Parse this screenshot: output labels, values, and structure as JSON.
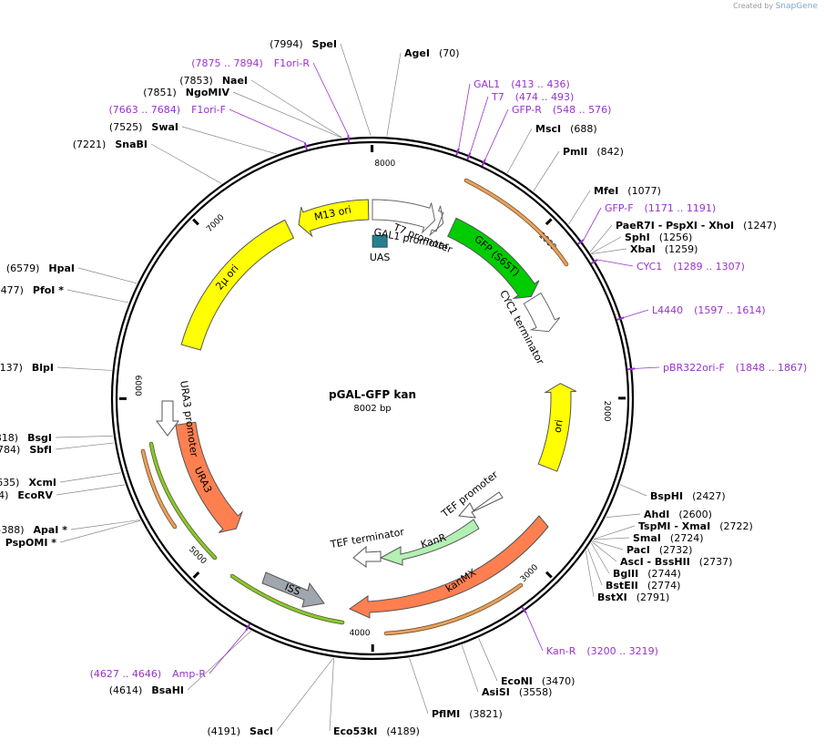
{
  "watermark": {
    "created_by": "Created by",
    "brand": "SnapGene"
  },
  "map": {
    "name": "pGAL-GFP kan",
    "size_label": "8002 bp",
    "length": 8002,
    "ticks": [
      {
        "label": "1000",
        "pos": 1000
      },
      {
        "label": "2000",
        "pos": 2000
      },
      {
        "label": "3000",
        "pos": 3000
      },
      {
        "label": "4000",
        "pos": 4000
      },
      {
        "label": "5000",
        "pos": 5000
      },
      {
        "label": "6000",
        "pos": 6000
      },
      {
        "label": "7000",
        "pos": 7000
      },
      {
        "label": "8000",
        "pos": 8000
      }
    ]
  },
  "colors": {
    "enzyme": "#000000",
    "primer": "#9933cc",
    "gfp": "#00cc00",
    "yellow": "#ffff00",
    "orange": "#ff7f50",
    "light_green": "#b3f0b3",
    "gray": "#a0a6ad",
    "white": "#ffffff",
    "uas": "#2a7f8f",
    "orf_orange": "#e8a060",
    "orf_green": "#7fcc33"
  },
  "features": [
    {
      "label": "M13 ori",
      "start": 7490,
      "end": 7975,
      "dir": -1,
      "color": "yellow",
      "label_inside": true
    },
    {
      "label": "2μ ori",
      "start": 6350,
      "end": 7420,
      "dir": 0,
      "color": "yellow",
      "label_inside": true
    },
    {
      "label": "GFP (S65T)",
      "start": 555,
      "end": 1275,
      "dir": 1,
      "color": "gfp",
      "label_inside": true
    },
    {
      "label": "ori",
      "start": 1900,
      "end": 2480,
      "dir": -1,
      "color": "yellow",
      "label_inside": true
    },
    {
      "label": "URA3",
      "start": 5030,
      "end": 5830,
      "dir": -1,
      "color": "orange",
      "label_inside": true
    },
    {
      "label": "UAS",
      "pos": 60,
      "box": true
    }
  ],
  "outside_features": [
    {
      "label": "GAL1 promoter",
      "start": 0,
      "end": 430,
      "dir": 1
    },
    {
      "label": "T7 promoter",
      "start": 465,
      "end": 490,
      "dir": 1
    },
    {
      "label": "CYC1 terminator",
      "start": 1290,
      "end": 1540,
      "dir": 1
    }
  ],
  "inner_features": [
    {
      "label": "TEF promoter",
      "color": "white"
    },
    {
      "label": "KanR",
      "color": "light_green"
    },
    {
      "label": "TEF terminator",
      "color": "white"
    },
    {
      "label": "kanMX",
      "color": "orange"
    },
    {
      "label": "ISS",
      "color": "gray"
    },
    {
      "label": "URA3 promoter",
      "color": "white"
    }
  ],
  "enzymes": [
    {
      "name": "SpeI",
      "pos_label": "(7994)",
      "pos": 7994
    },
    {
      "name": "AgeI",
      "pos_label": "(70)",
      "pos": 70
    },
    {
      "name": "NaeI",
      "pos_label": "(7853)",
      "pos": 7853
    },
    {
      "name": "NgoMIV",
      "pos_label": "(7851)",
      "pos": 7851
    },
    {
      "name": "SwaI",
      "pos_label": "(7525)",
      "pos": 7525
    },
    {
      "name": "SnaBI",
      "pos_label": "(7221)",
      "pos": 7221
    },
    {
      "name": "MscI",
      "pos_label": "(688)",
      "pos": 688
    },
    {
      "name": "PmlI",
      "pos_label": "(842)",
      "pos": 842
    },
    {
      "name": "MfeI",
      "pos_label": "(1077)",
      "pos": 1077
    },
    {
      "name": "PaeR7I",
      "extra": " - PspXI  - XhoI",
      "pos_label": "(1247)",
      "pos": 1247
    },
    {
      "name": "SphI",
      "pos_label": "(1256)",
      "pos": 1256
    },
    {
      "name": "XbaI",
      "pos_label": "(1259)",
      "pos": 1259
    },
    {
      "name": "HpaI",
      "pos_label": "(6579)",
      "pos": 6579
    },
    {
      "name": "PfoI *",
      "pos_label": "(6477)",
      "pos": 6477
    },
    {
      "name": "BlpI",
      "pos_label": "(6137)",
      "pos": 6137
    },
    {
      "name": "BsgI",
      "pos_label": "(5818)",
      "pos": 5818
    },
    {
      "name": "SbfI",
      "pos_label": "(5784)",
      "pos": 5784
    },
    {
      "name": "XcmI",
      "pos_label": "(5635)",
      "pos": 5635
    },
    {
      "name": "EcoRV",
      "pos_label": "(5574)",
      "pos": 5574
    },
    {
      "name": "ApaI *",
      "pos_label": "(5388)",
      "pos": 5388
    },
    {
      "name": "PspOMI *",
      "pos_label": "(5384)",
      "pos": 5384
    },
    {
      "name": "BsaHI",
      "pos_label": "(4614)",
      "pos": 4614
    },
    {
      "name": "SacI",
      "pos_label": "(4191)",
      "pos": 4191
    },
    {
      "name": "Eco53kI",
      "pos_label": "(4189)",
      "pos": 4189
    },
    {
      "name": "PflMI",
      "pos_label": "(3821)",
      "pos": 3821
    },
    {
      "name": "AsiSI",
      "pos_label": "(3558)",
      "pos": 3558
    },
    {
      "name": "EcoNI",
      "pos_label": "(3470)",
      "pos": 3470
    },
    {
      "name": "BspHI",
      "pos_label": "(2427)",
      "pos": 2427
    },
    {
      "name": "AhdI",
      "pos_label": "(2600)",
      "pos": 2600
    },
    {
      "name": "TspMI",
      "extra": " - XmaI",
      "pos_label": "(2722)",
      "pos": 2722
    },
    {
      "name": "SmaI",
      "pos_label": "(2724)",
      "pos": 2724
    },
    {
      "name": "PacI",
      "pos_label": "(2732)",
      "pos": 2732
    },
    {
      "name": "AscI",
      "extra": " - BssHII",
      "pos_label": "(2737)",
      "pos": 2737
    },
    {
      "name": "BglII",
      "pos_label": "(2744)",
      "pos": 2744
    },
    {
      "name": "BstEII",
      "pos_label": "(2774)",
      "pos": 2774
    },
    {
      "name": "BstXI",
      "pos_label": "(2791)",
      "pos": 2791
    }
  ],
  "primers": [
    {
      "name": "F1ori-R",
      "range": "(7875 .. 7894)",
      "pos": 7885
    },
    {
      "name": "F1ori-F",
      "range": "(7663 .. 7684)",
      "pos": 7673
    },
    {
      "name": "GAL1",
      "range": "(413 .. 436)",
      "pos": 424
    },
    {
      "name": "T7",
      "range": "(474 .. 493)",
      "pos": 483
    },
    {
      "name": "GFP-R",
      "range": "(548 .. 576)",
      "pos": 562
    },
    {
      "name": "GFP-F",
      "range": "(1171 .. 1191)",
      "pos": 1181
    },
    {
      "name": "CYC1",
      "range": "(1289 .. 1307)",
      "pos": 1298
    },
    {
      "name": "L4440",
      "range": "(1597 .. 1614)",
      "pos": 1605
    },
    {
      "name": "pBR322ori-F",
      "range": "(1848 .. 1867)",
      "pos": 1857
    },
    {
      "name": "Kan-R",
      "range": "(3200 .. 3219)",
      "pos": 3209
    },
    {
      "name": "Amp-R",
      "range": "(4627 .. 4646)",
      "pos": 4636
    }
  ]
}
